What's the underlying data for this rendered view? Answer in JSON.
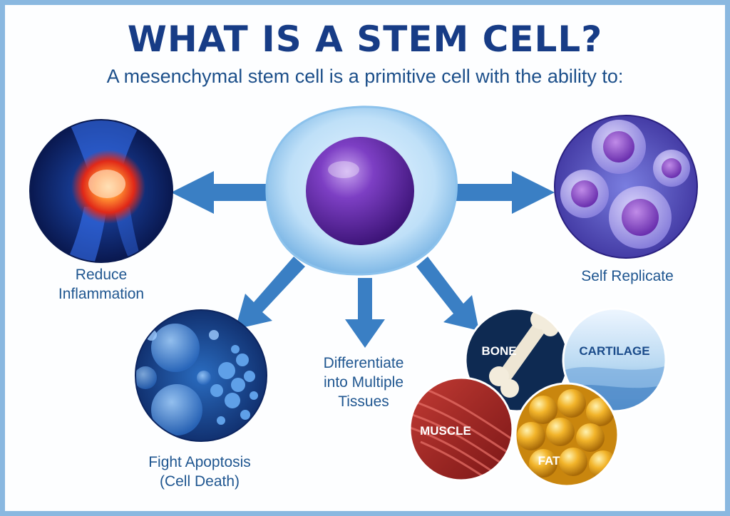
{
  "title": "WHAT IS A STEM CELL?",
  "subtitle": "A mesenchymal stem cell is a primitive cell with the ability to:",
  "abilities": {
    "reduce_inflammation": [
      "Reduce",
      "Inflammation"
    ],
    "self_replicate": [
      "Self Replicate"
    ],
    "fight_apoptosis": [
      "Fight Apoptosis",
      "(Cell Death)"
    ],
    "differentiate": [
      "Differentiate",
      "into Multiple",
      "Tissues"
    ]
  },
  "tissues": {
    "bone": "BONE",
    "cartilage": "CARTILAGE",
    "muscle": "MUSCLE",
    "fat": "FAT"
  },
  "colors": {
    "title": "#173c86",
    "text": "#1f5690",
    "arrow": "#3a7fc4",
    "border": "#8ab8e0"
  }
}
